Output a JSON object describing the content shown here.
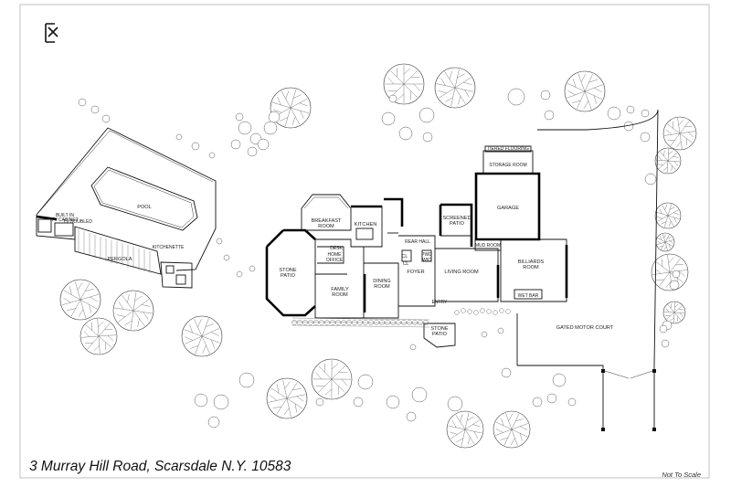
{
  "title": "3 Murray Hill Road, Scarsdale N.Y. 10583",
  "scale_note": "Not To Scale",
  "rooms": {
    "pool": "POOL",
    "pergola": "PERGOLA",
    "kitchenette": "KITCHENETTE",
    "built_in_tv_line1": "BUILT IN",
    "built_in_tv_line2": "TV CABINET",
    "tv_line": "TV DOUBLED",
    "breakfast_line1": "BREAKFAST",
    "breakfast_line2": "ROOM",
    "kitchen": "KITCHEN",
    "stone_patio_left_line1": "STONE",
    "stone_patio_left_line2": "PATIO",
    "desk": "DESK",
    "home_office_line1": "HOME",
    "home_office_line2": "OFFICE",
    "family_room_line1": "FAMILY",
    "family_room_line2": "ROOM",
    "dining_room_line1": "DINING",
    "dining_room_line2": "ROOM",
    "rear_hall": "REAR HALL",
    "foyer": "FOYER",
    "entry": "ENTRY",
    "living_room": "LIVING ROOM",
    "screened_patio_line1": "SCREENED",
    "screened_patio_line2": "PATIO",
    "garage": "GARAGE",
    "storage_room": "STORAGE ROOM",
    "tiered_storage": "TIERED FLOORING",
    "mud_room": "MUD ROOM",
    "billiards_line1": "BILLIARDS",
    "billiards_line2": "ROOM",
    "wet_bar": "WET BAR",
    "stone_patio_front_line1": "STONE",
    "stone_patio_front_line2": "PATIO",
    "gated_motor_court": "GATED MOTOR COURT",
    "closet_cl": "CL",
    "closet_cl2": "CL",
    "powder": "PWD",
    "wic": "WIC"
  },
  "colors": {
    "line": "#111111",
    "background": "#ffffff"
  },
  "icons": {
    "north_arrow": "north-arrow-icon"
  }
}
